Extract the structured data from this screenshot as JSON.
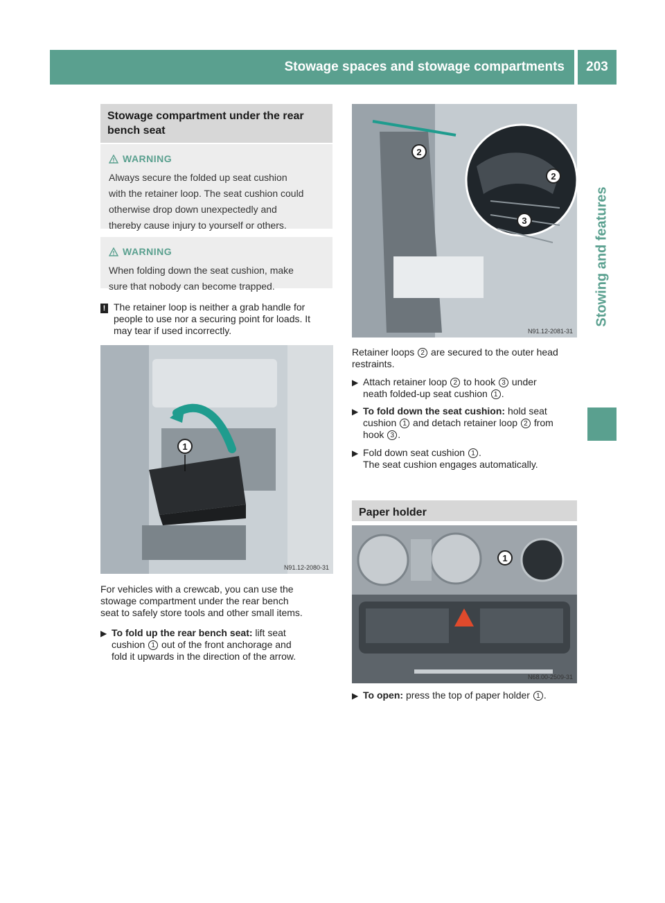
{
  "header": {
    "title": "Stowage spaces and stowage compartments",
    "page_number": "203"
  },
  "side_tab": {
    "label": "Stowing and features"
  },
  "left": {
    "section_title_line1": "Stowage compartment under the rear",
    "section_title_line2": "bench seat",
    "warning1": {
      "title": "WARNING",
      "lines": [
        "Always secure the folded up seat cushion",
        "with the retainer loop. The seat cushion could",
        "otherwise drop down unexpectedly and",
        "thereby cause injury to yourself or others."
      ]
    },
    "warning2": {
      "title": "WARNING",
      "lines": [
        "When folding down the seat cushion, make",
        "sure that nobody can become trapped."
      ]
    },
    "note_lines": [
      "The retainer loop is neither a grab handle for",
      "people to use nor a securing point for loads. It",
      "may tear if used incorrectly."
    ],
    "figure1_code": "N91.12-2080-31",
    "figure1_callout": "1",
    "para_lines": [
      "For vehicles with a crewcab, you can use the",
      "stowage compartment under the rear bench",
      "seat to safely store tools and other small items."
    ],
    "step1_bold": "To fold up the rear bench seat:",
    "step1_rest1": " lift seat",
    "step1_rest2a": "cushion ",
    "step1_num": "1",
    "step1_rest2b": " out of the front anchorage and",
    "step1_rest3": "fold it upwards in the direction of the arrow."
  },
  "right": {
    "figure2_code": "N91.12-2081-31",
    "figure2_callouts": [
      "2",
      "2",
      "3"
    ],
    "intro_a": "Retainer loops ",
    "intro_num": "2",
    "intro_b": " are secured to the outer head",
    "intro_c": "restraints.",
    "s1_a": "Attach retainer loop ",
    "s1_n1": "2",
    "s1_b": " to hook ",
    "s1_n2": "3",
    "s1_c": " under",
    "s1_d": "neath folded-up seat cushion ",
    "s1_n3": "1",
    "s1_e": ".",
    "s2_bold": "To fold down the seat cushion:",
    "s2_a": " hold seat",
    "s2_b": "cushion ",
    "s2_n1": "1",
    "s2_c": " and detach retainer loop ",
    "s2_n2": "2",
    "s2_d": " from",
    "s2_e": "hook ",
    "s2_n3": "3",
    "s2_f": ".",
    "s3_a": "Fold down seat cushion ",
    "s3_n": "1",
    "s3_b": ".",
    "s3_c": "The seat cushion engages automatically.",
    "paper_title": "Paper holder",
    "figure3_code": "N68.00-2509-31",
    "figure3_callout": "1",
    "s4_bold": "To open:",
    "s4_a": " press the top of paper holder ",
    "s4_n": "1",
    "s4_b": "."
  },
  "colors": {
    "accent": "#5aa08f",
    "section_bg": "#d7d7d7",
    "warning_bg": "#ededed"
  }
}
